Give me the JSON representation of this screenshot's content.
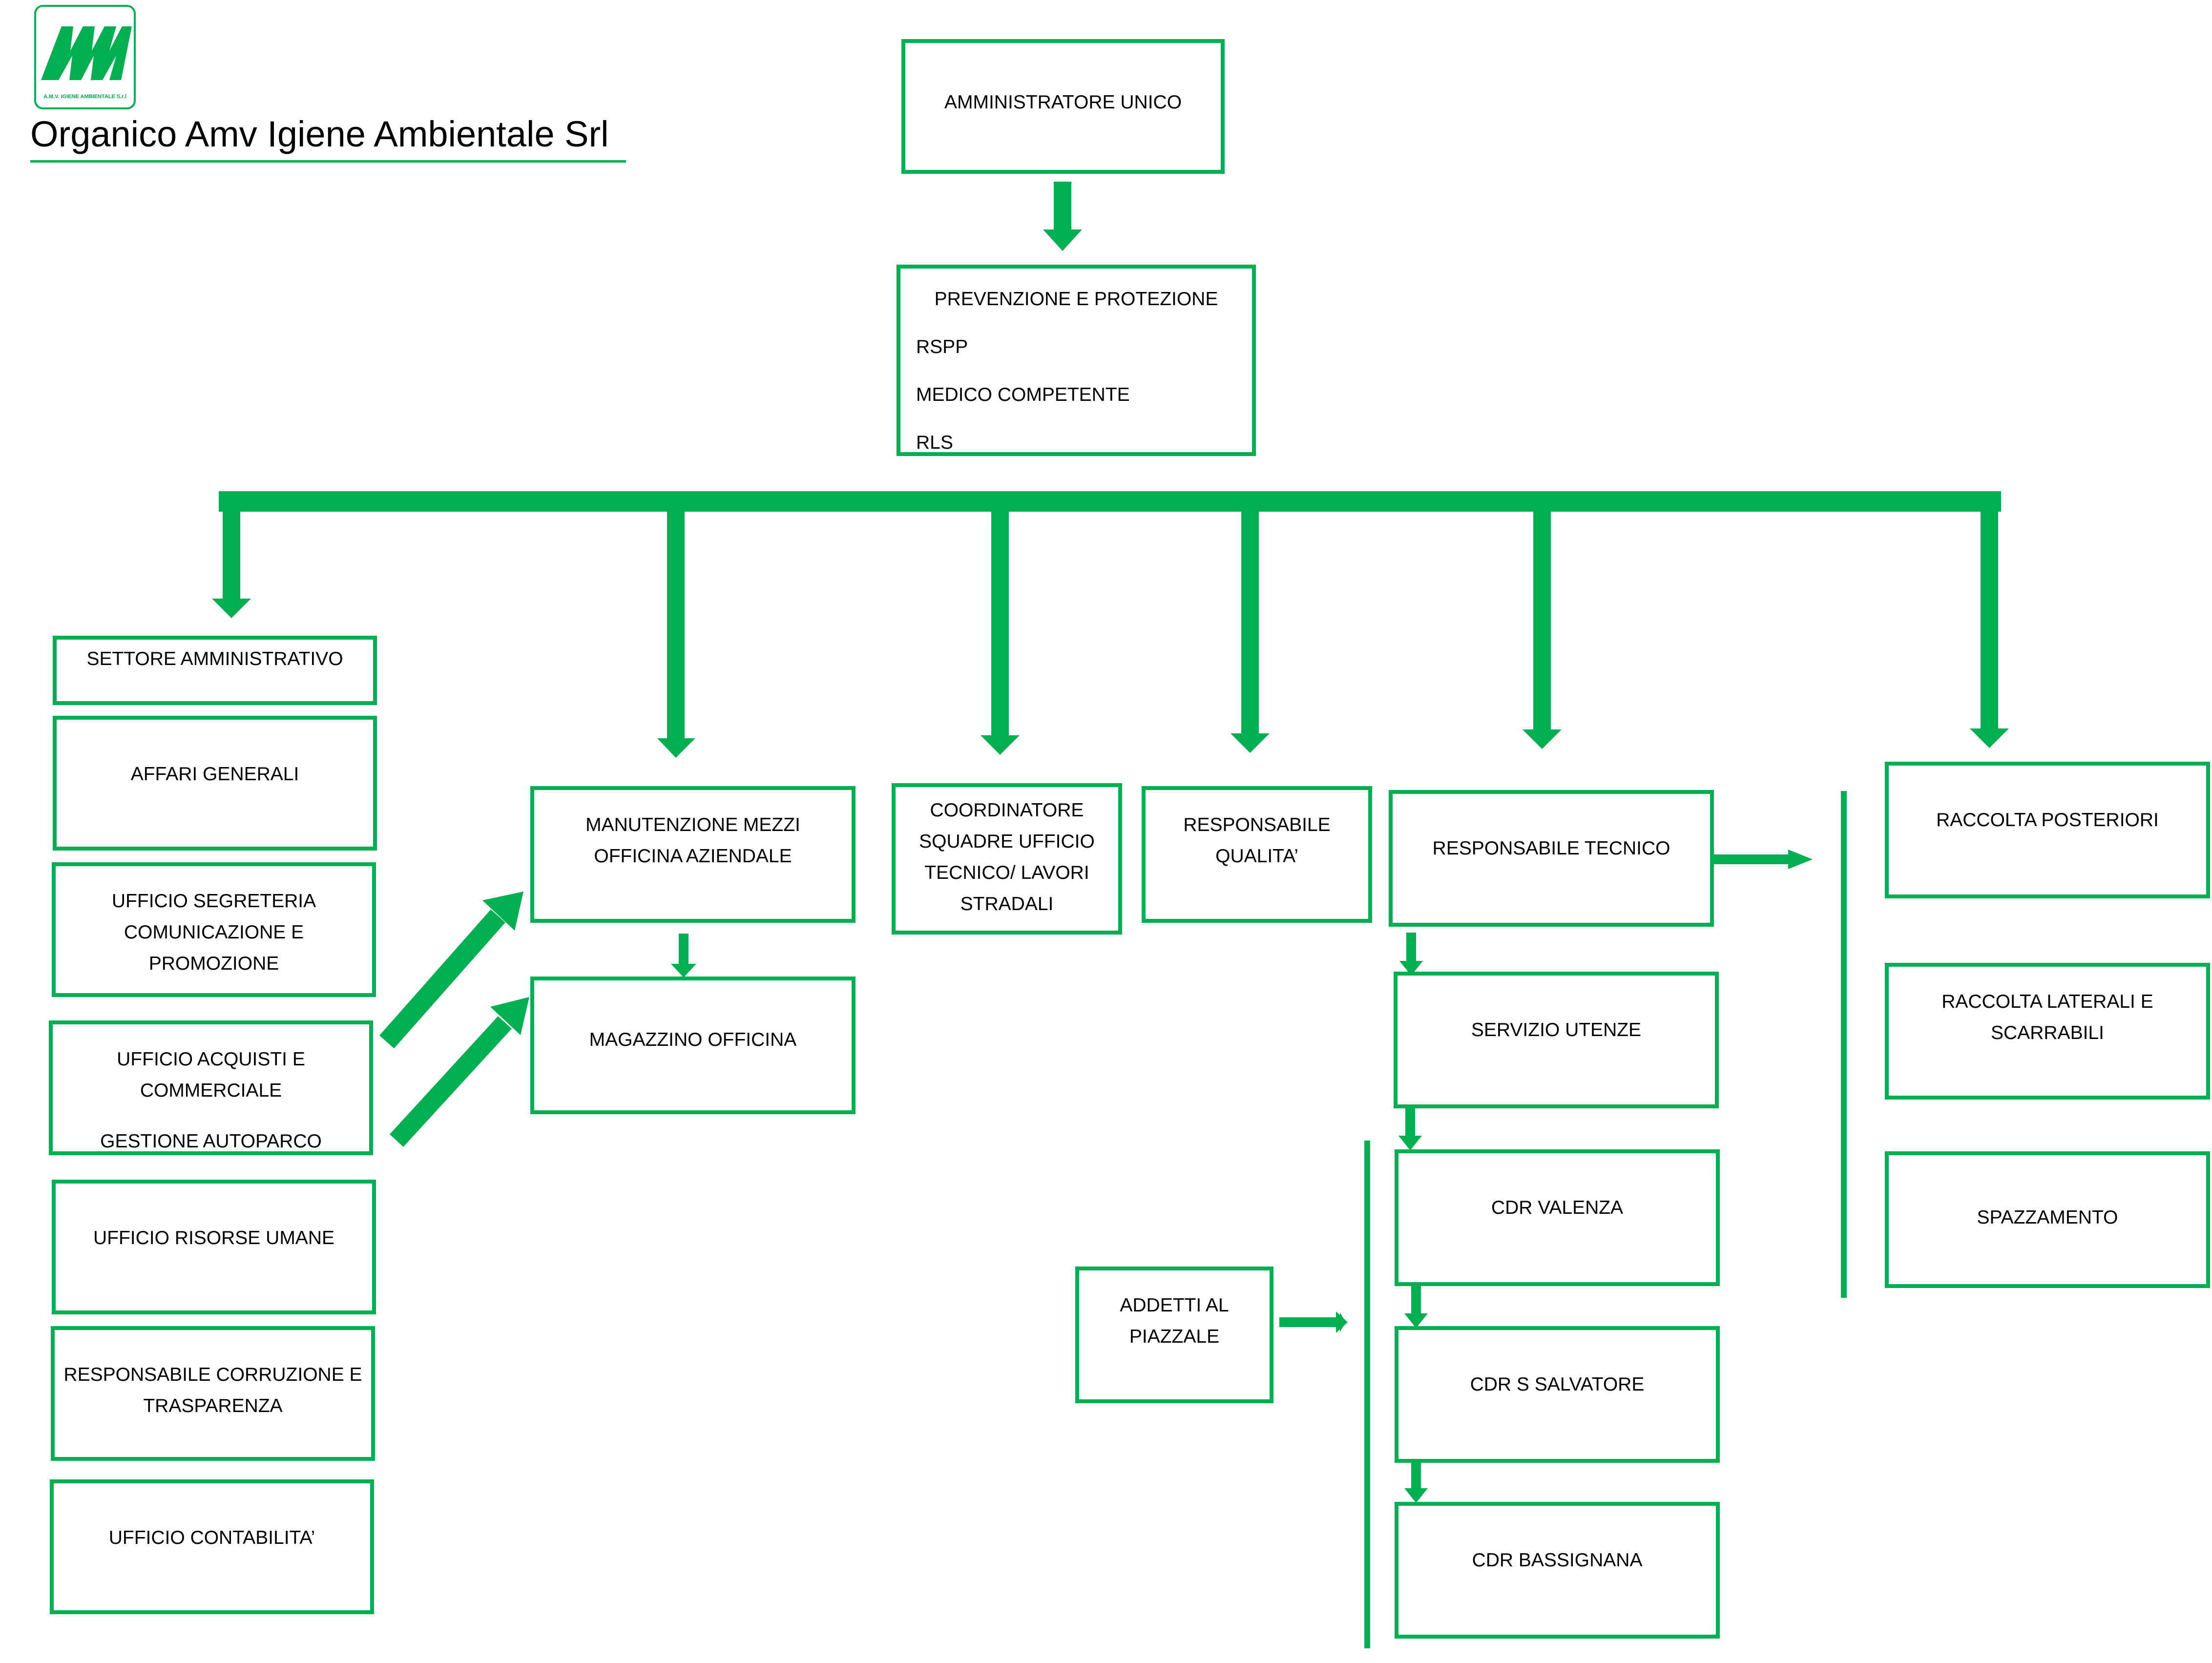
{
  "header": {
    "title": "Organico Amv Igiene Ambientale Srl",
    "logo_caption": "A.M.V. IGIENE AMBIENTALE S.r.l"
  },
  "colors": {
    "accent": "#00B050",
    "text": "#000000",
    "background": "#FFFFFF"
  },
  "nodes": {
    "amministratore": {
      "lines": [
        "AMMINISTRATORE UNICO"
      ]
    },
    "prevenzione": {
      "title": "PREVENZIONE E PROTEZIONE",
      "items": [
        "RSPP",
        "MEDICO COMPETENTE",
        "RLS"
      ]
    },
    "settore_amministrativo": {
      "lines": [
        "SETTORE AMMINISTRATIVO"
      ]
    },
    "affari_generali": {
      "lines": [
        "AFFARI GENERALI"
      ]
    },
    "ufficio_segreteria": {
      "lines": [
        "UFFICIO SEGRETERIA",
        "COMUNICAZIONE  E",
        "PROMOZIONE"
      ]
    },
    "ufficio_acquisti": {
      "lines": [
        "UFFICIO ACQUISTI E",
        "COMMERCIALE"
      ],
      "extra": "GESTIONE AUTOPARCO"
    },
    "ufficio_risorse_umane": {
      "lines": [
        "UFFICIO RISORSE UMANE"
      ]
    },
    "responsabile_corruzione": {
      "lines": [
        "RESPONSABILE CORRUZIONE E",
        "TRASPARENZA"
      ]
    },
    "ufficio_contabilita": {
      "lines": [
        "UFFICIO CONTABILITA’"
      ]
    },
    "manutenzione_mezzi": {
      "lines": [
        "MANUTENZIONE MEZZI",
        "OFFICINA AZIENDALE"
      ]
    },
    "magazzino_officina": {
      "lines": [
        "MAGAZZINO OFFICINA"
      ]
    },
    "coordinatore_squadre": {
      "lines": [
        "COORDINATORE",
        "SQUADRE     UFFICIO",
        "TECNICO/ LAVORI",
        "STRADALI"
      ]
    },
    "responsabile_qualita": {
      "lines": [
        "RESPONSABILE",
        "QUALITA’"
      ]
    },
    "responsabile_tecnico": {
      "lines": [
        "RESPONSABILE TECNICO"
      ]
    },
    "servizio_utenze": {
      "lines": [
        "SERVIZIO UTENZE"
      ]
    },
    "cdr_valenza": {
      "lines": [
        "CDR VALENZA"
      ]
    },
    "cdr_s_salvatore": {
      "lines": [
        "CDR S SALVATORE"
      ]
    },
    "cdr_bassignana": {
      "lines": [
        "CDR BASSIGNANA"
      ]
    },
    "addetti_piazzale": {
      "lines": [
        "ADDETTI AL",
        "PIAZZALE"
      ]
    },
    "raccolta_posteriori": {
      "lines": [
        "RACCOLTA POSTERIORI"
      ]
    },
    "raccolta_laterali": {
      "lines": [
        "RACCOLTA LATERALI E",
        "SCARRABILI"
      ]
    },
    "spazzamento": {
      "lines": [
        "SPAZZAMENTO"
      ]
    }
  }
}
